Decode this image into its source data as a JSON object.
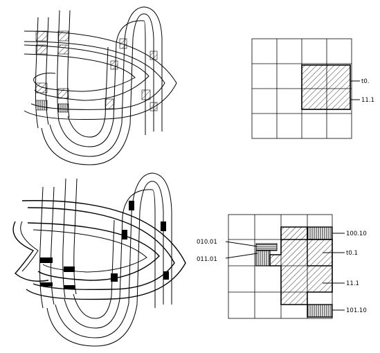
{
  "top_grid": {
    "labels": [
      "t0.",
      "11.1"
    ]
  },
  "bottom_grid": {
    "labels": [
      "100.10",
      "t0.1",
      "010.01",
      "011.01",
      "11.1",
      "101.10"
    ]
  },
  "colors": {
    "ink": "#000000",
    "paper": "#ffffff"
  }
}
